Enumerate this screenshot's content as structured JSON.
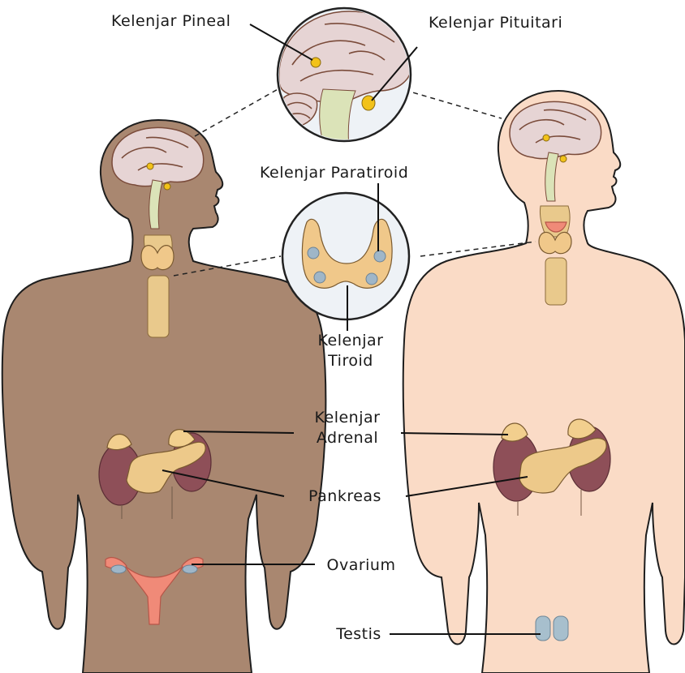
{
  "labels": {
    "pineal": "Kelenjar Pineal",
    "pituitary": "Kelenjar Pituitari",
    "parathyroid": "Kelenjar Paratiroid",
    "thyroid_line1": "Kelenjar",
    "thyroid_line2": "Tiroid",
    "adrenal_line1": "Kelenjar",
    "adrenal_line2": "Adrenal",
    "pancreas": "Pankreas",
    "ovary": "Ovarium",
    "testis": "Testis"
  },
  "colors": {
    "female_skin": "#a98770",
    "male_skin": "#fadbc6",
    "kidney": "#8e4f58",
    "gland_tan": "#edc98a",
    "pineal_pituitary": "#f2c21a",
    "ovary": "#f08a78",
    "parathyroid": "#9fb6c8"
  }
}
